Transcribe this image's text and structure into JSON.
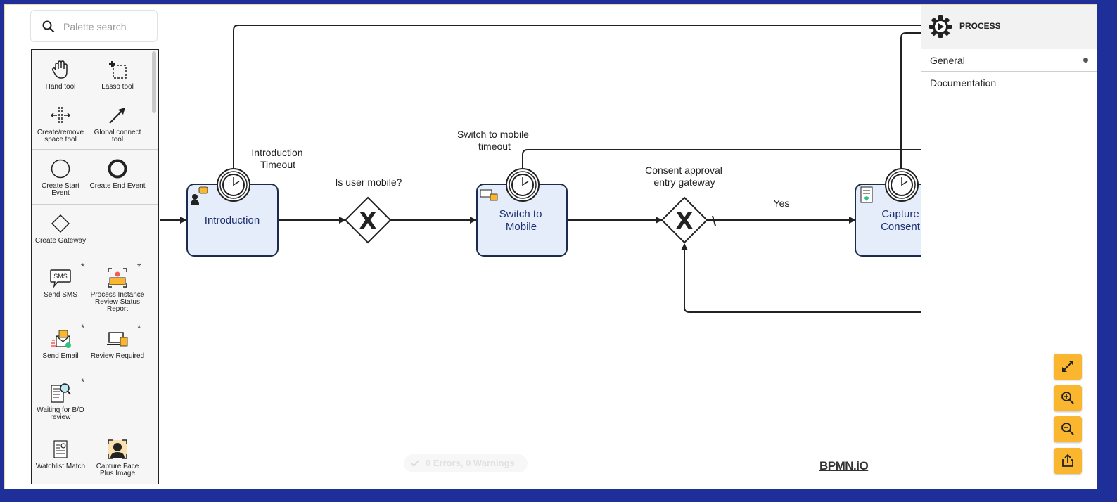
{
  "palette": {
    "search_placeholder": "Palette search",
    "tools": {
      "hand": "Hand tool",
      "lasso": "Lasso tool",
      "space": "Create/remove space tool",
      "connect": "Global connect tool",
      "start_event": "Create Start Event",
      "end_event": "Create End Event",
      "gateway": "Create Gateway",
      "send_sms": "Send SMS",
      "process_review": "Process Instance Review Status Report",
      "send_email": "Send Email",
      "review_required": "Review Required",
      "waiting_bo": "Waiting for B/O review",
      "watchlist": "Watchlist Match",
      "capture_face": "Capture Face Plus Image"
    },
    "custom_marker": "*",
    "sms_text": "SMS"
  },
  "diagram": {
    "tasks": {
      "introduction": "Introduction",
      "switch_mobile": "Switch to Mobile",
      "capture_consent": "Capture Consent"
    },
    "labels": {
      "intro_timeout": "Introduction Timeout",
      "is_user_mobile": "Is user mobile?",
      "switch_timeout": "Switch to mobile timeout",
      "consent_gateway": "Consent approval entry gateway",
      "yes": "Yes"
    },
    "gateway_mark": "X"
  },
  "properties": {
    "title": "PROCESS",
    "tabs": [
      "General",
      "Documentation"
    ]
  },
  "status": {
    "text": "0 Errors, 0 Warnings"
  },
  "brand": "BPMN.iO",
  "colors": {
    "task_fill": "#e5edfb",
    "task_stroke": "#1b2b4d",
    "accent": "#fbb630",
    "task_text": "#1d2f6f"
  }
}
